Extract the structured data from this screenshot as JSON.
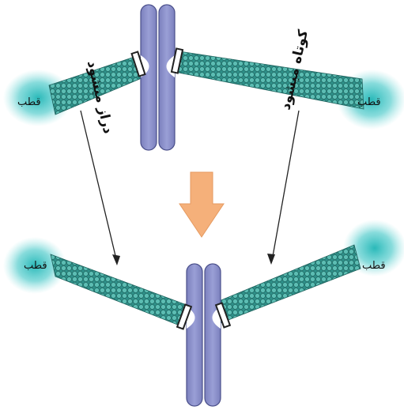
{
  "labels": {
    "pole": "قطب",
    "lengthens": "دراز میشود",
    "shortens": "کوتاه میشود"
  },
  "colors": {
    "microtubule": "#3fa39a",
    "microtubule_dark": "#1f6f69",
    "pole_glow": "#25b8b8",
    "chromosome": "#8a8fc9",
    "chromosome_edge": "#4a4f8a",
    "arrow": "#f4b27c",
    "kinetochore": "#222222"
  }
}
